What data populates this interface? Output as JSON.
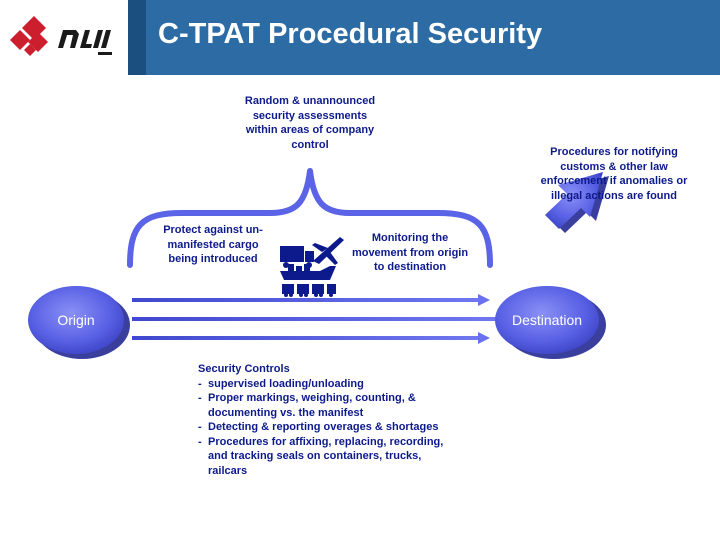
{
  "header": {
    "logo_text": "NLI",
    "title": "C-TPAT Procedural Security"
  },
  "diagram": {
    "random_assessments": "Random & unannounced security assessments within areas of company control",
    "notify_procedures": "Procedures for notifying customs & other law enforcement if anomalies or illegal actions are found",
    "protect_label": "Protect against un-manifested cargo being introduced",
    "monitor_label": "Monitoring the movement from origin to destination",
    "origin": "Origin",
    "destination": "Destination",
    "transport_icons": [
      "truck-icon",
      "airplane-icon",
      "ship-icon",
      "rail-cars-icon"
    ]
  },
  "security_controls": {
    "heading": "Security Controls",
    "items": [
      "supervised loading/unloading",
      "Proper markings, weighing, counting, & documenting vs. the manifest",
      "Detecting & reporting overages & shortages",
      "Procedures for affixing, replacing, recording, and tracking seals on containers, trucks, railcars"
    ]
  },
  "colors": {
    "header_blue": "#2c6ba3",
    "header_dark": "#1a4f80",
    "diagram_blue": "#5b63e6",
    "text_navy": "#0d1a8c",
    "logo_red": "#cc1f2e"
  }
}
